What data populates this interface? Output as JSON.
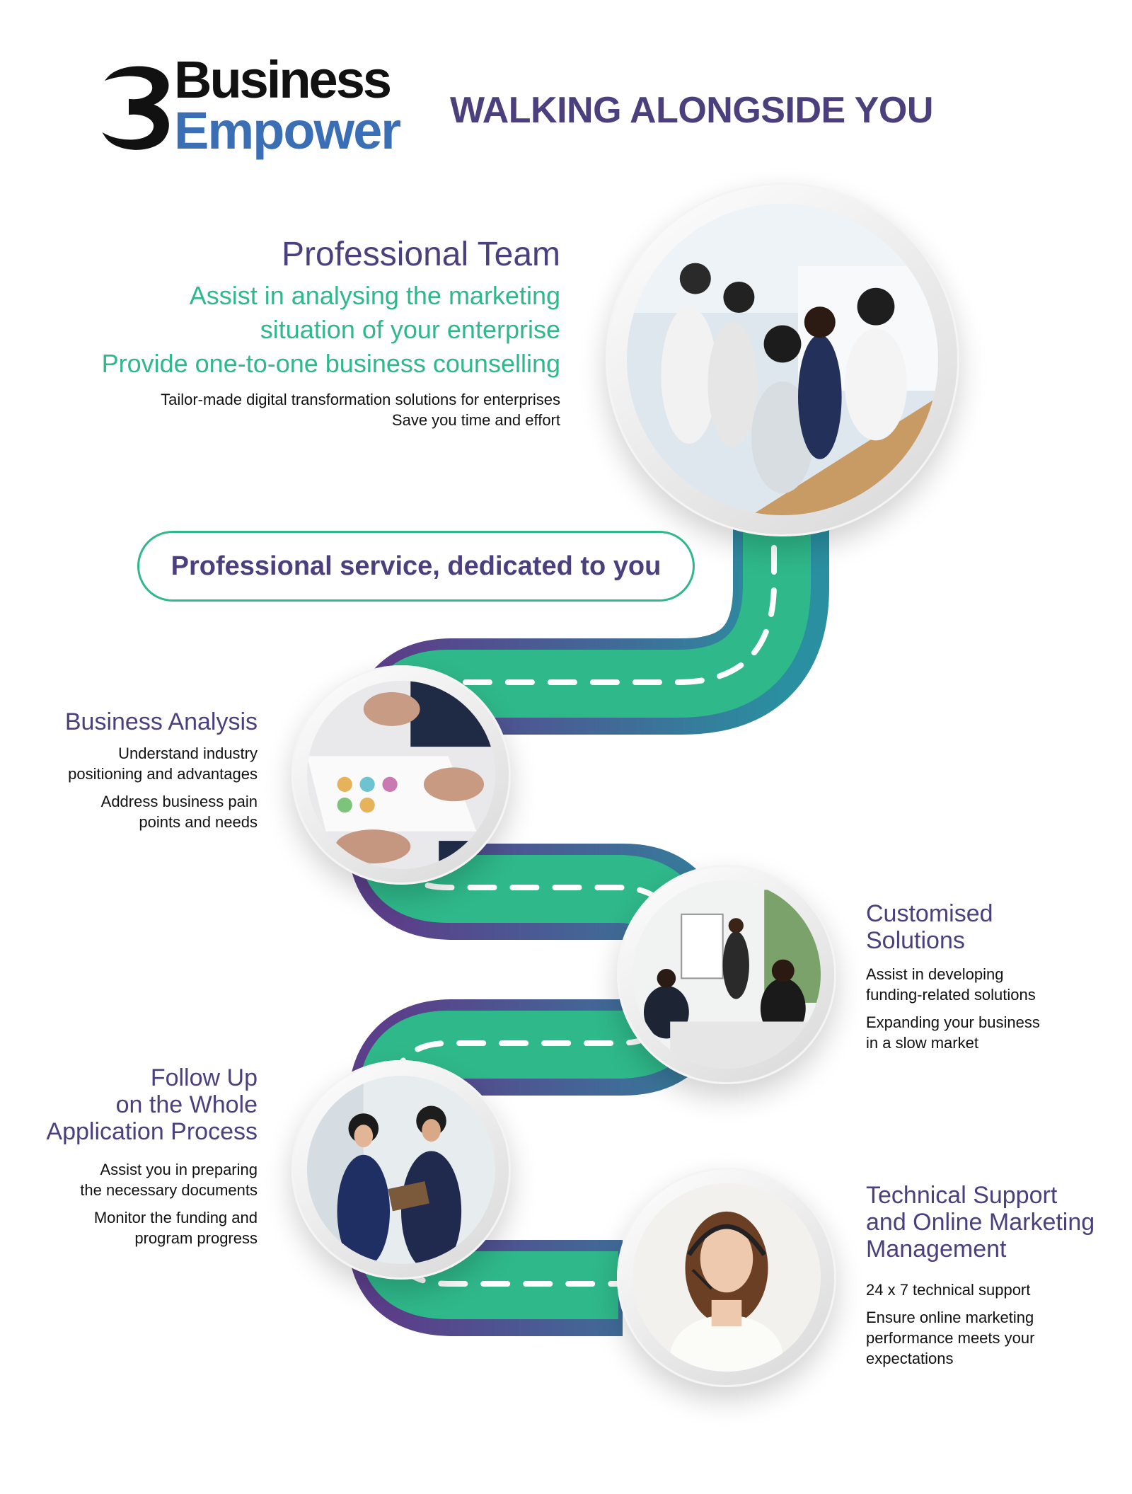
{
  "brand": {
    "logo_word_1": "Business",
    "logo_word_2": "Empower",
    "headline": "WALKING ALONGSIDE YOU",
    "colors": {
      "purple": "#4b3f7e",
      "green": "#2fb88a",
      "blue": "#3a6fb5"
    }
  },
  "professional_team": {
    "title": "Professional Team",
    "sub_lines": [
      "Assist in analysing the marketing",
      "situation of your enterprise",
      "Provide one-to-one business counselling"
    ],
    "body_lines": [
      "Tailor-made digital transformation solutions for enterprises",
      "Save you time and effort"
    ],
    "photo_icon": "team-meeting-photo"
  },
  "service_banner": {
    "label": "Professional service, dedicated to you"
  },
  "business_analysis": {
    "title": "Business Analysis",
    "points": [
      [
        "Understand industry",
        "positioning and advantages"
      ],
      [
        "Address business pain",
        "points and needs"
      ]
    ],
    "photo_icon": "document-analysis-photo"
  },
  "customised_solutions": {
    "title_lines": [
      "Customised",
      "Solutions"
    ],
    "points": [
      [
        "Assist in developing",
        "funding-related solutions"
      ],
      [
        "Expanding your business",
        "in a slow market"
      ]
    ],
    "photo_icon": "presentation-photo"
  },
  "follow_up": {
    "title_lines": [
      "Follow Up",
      "on the Whole",
      "Application Process"
    ],
    "points": [
      [
        "Assist you in preparing",
        "the necessary documents"
      ],
      [
        "Monitor the funding and",
        "program progress"
      ]
    ],
    "photo_icon": "colleagues-tablet-photo"
  },
  "technical_support": {
    "title_lines": [
      "Technical Support",
      "and Online Marketing",
      "Management"
    ],
    "points": [
      [
        "24 x 7 technical support"
      ],
      [
        "Ensure online marketing",
        "performance meets your",
        "expectations"
      ]
    ],
    "photo_icon": "headset-agent-photo"
  }
}
